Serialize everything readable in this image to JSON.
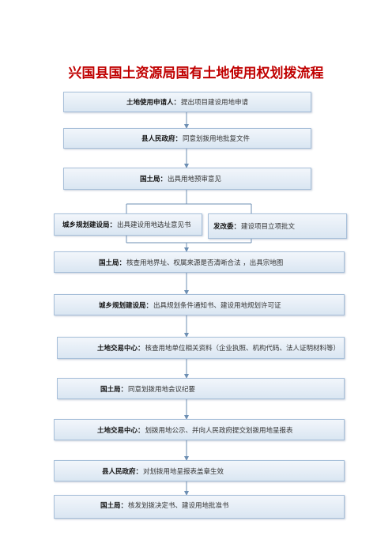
{
  "title": "兴国县国土资源局国有土地使用权划拨流程",
  "steps": [
    {
      "key": "土地使用申请人：",
      "text": "提出项目建设用地申请"
    },
    {
      "key": "县人民政府：",
      "text": "同意划拨用地批复文件"
    },
    {
      "key": "国土局：",
      "text": "出具用地预审意见"
    },
    {
      "key": "城乡规划建设局：",
      "text": "出具建设用地选址意见书"
    },
    {
      "key": "发改委：",
      "text": "建设项目立项批文"
    },
    {
      "key": "国土局：",
      "text": "核查用地界址、权属来源是否清晰合法 ，出具宗地图"
    },
    {
      "key": "城乡规划建设局：",
      "text": "出具规划条件通知书、建设用地规划许可证"
    },
    {
      "key": "土地交易中心：",
      "text": "核查用地单位相关资料（企业执照、机构代码、法人证明材料等）"
    },
    {
      "key": "国土局：",
      "text": "同意划拨用地会议纪要"
    },
    {
      "key": "土地交易中心：",
      "text": "划拨用地公示、并向人民政府提交划拨用地呈报表"
    },
    {
      "key": "县人民政府：",
      "text": "对划拨用地呈报表盖章生效"
    },
    {
      "key": "国土局：",
      "text": "核发划拨决定书、建设用地批准书"
    }
  ],
  "colors": {
    "title": "#c00000",
    "box_border": "#a7bfd9",
    "arrow": "#6d8fb3"
  }
}
